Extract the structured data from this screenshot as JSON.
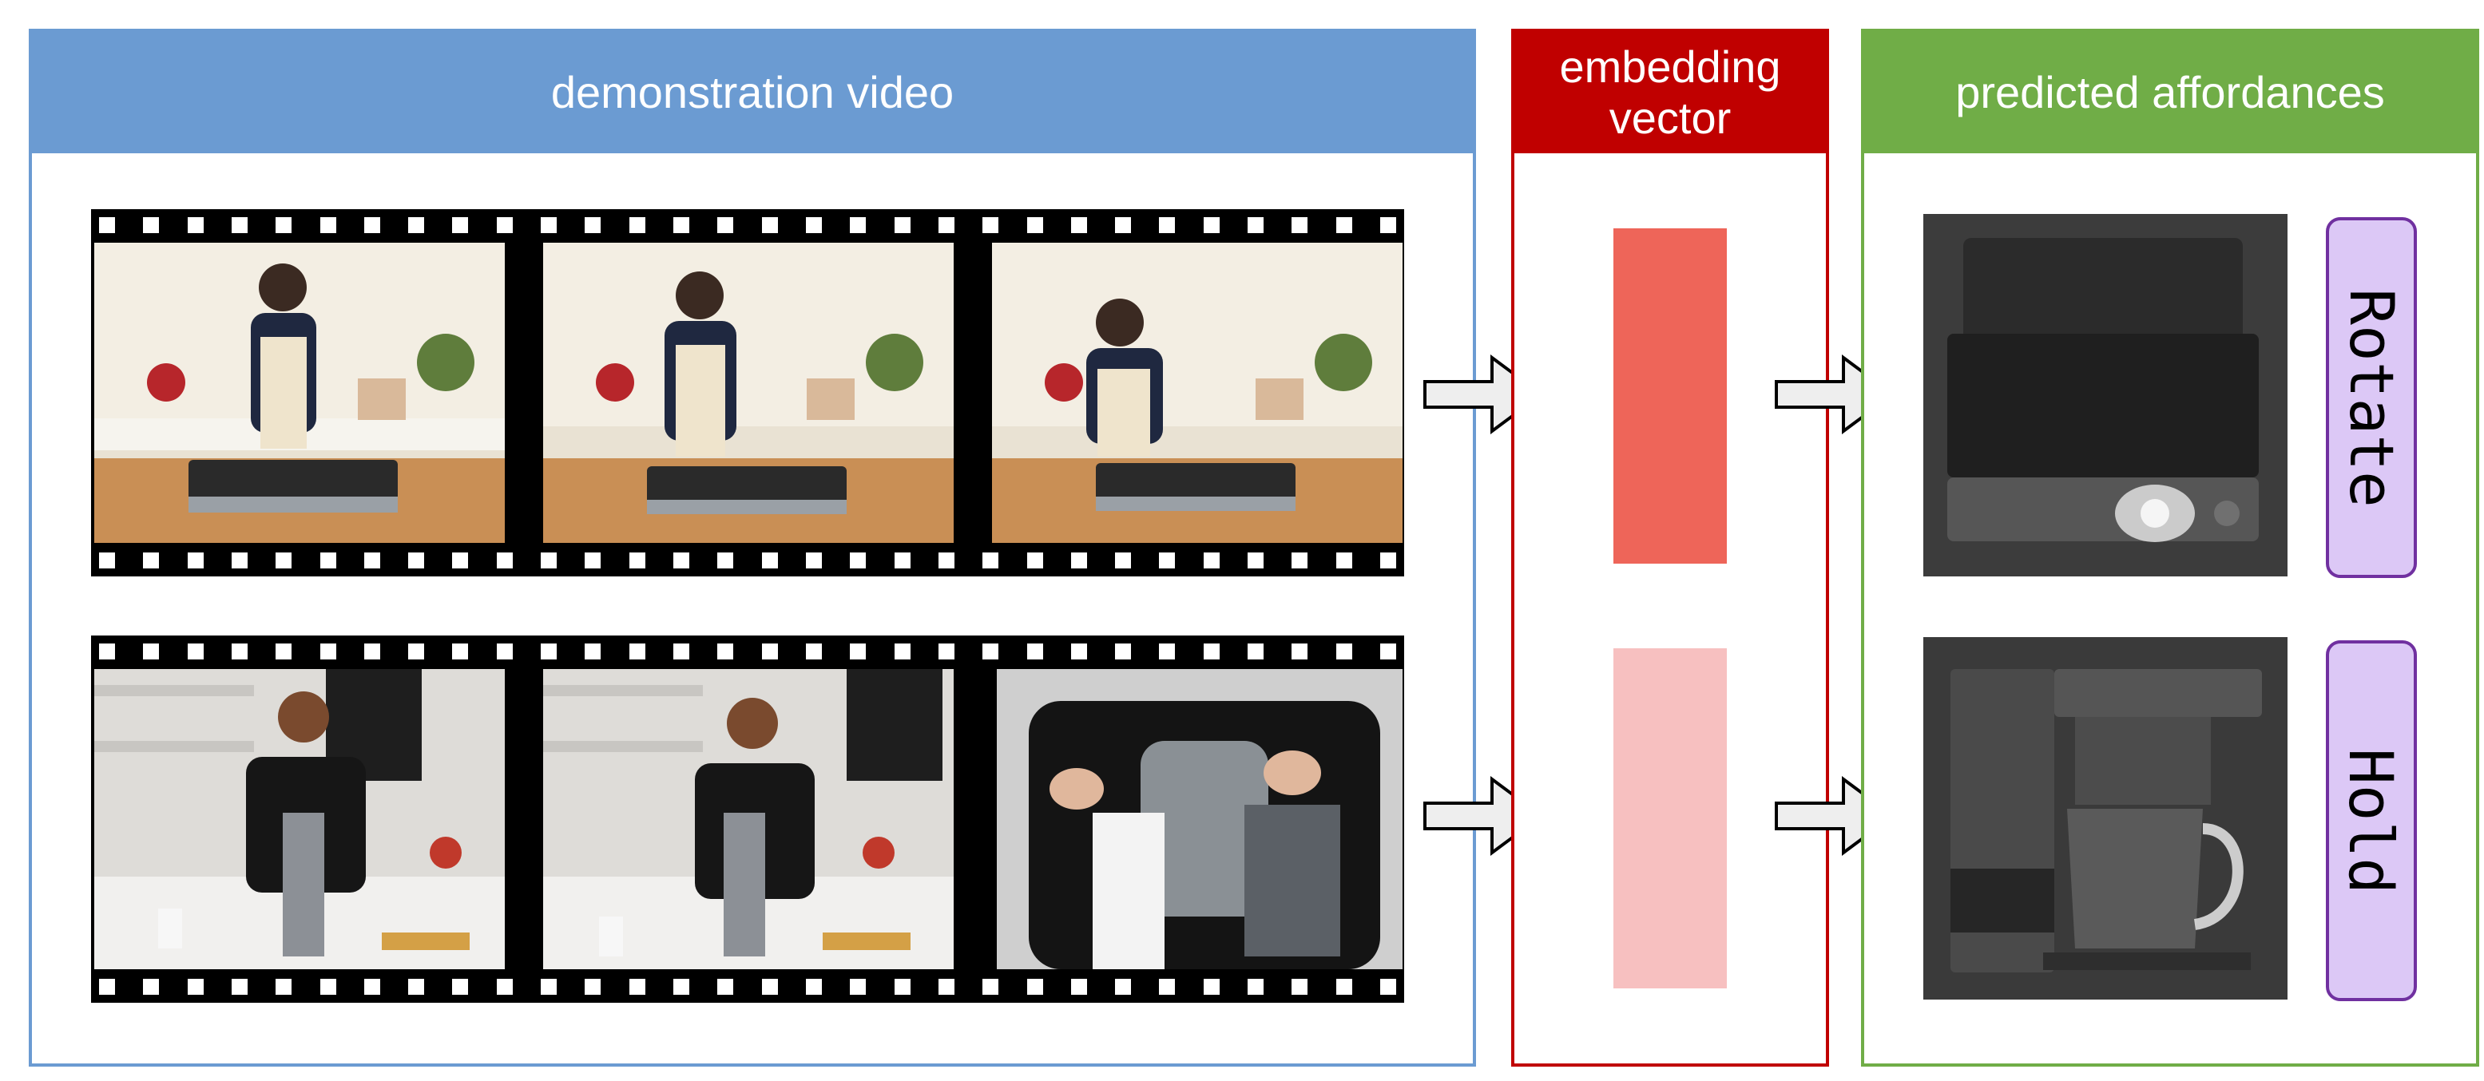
{
  "panels": {
    "video": {
      "title": "demonstration video"
    },
    "embedding": {
      "title": "embedding vector"
    },
    "affordances": {
      "title": "predicted affordances"
    }
  },
  "rows": [
    {
      "scene": "grill demonstration",
      "embedding_color": "#ee6559",
      "affordance_label": "Rotate",
      "frames": [
        "frame-1",
        "frame-2",
        "frame-3"
      ]
    },
    {
      "scene": "coffee maker demonstration",
      "embedding_color": "#f7c0c0",
      "affordance_label": "Hold",
      "frames": [
        "frame-1",
        "frame-2",
        "frame-3"
      ]
    }
  ],
  "colors": {
    "video_accent": "#6b9bd2",
    "embedding_accent": "#c00000",
    "affordance_accent": "#70ad47",
    "label_fill": "#dcc8f6",
    "label_border": "#7030a0"
  }
}
